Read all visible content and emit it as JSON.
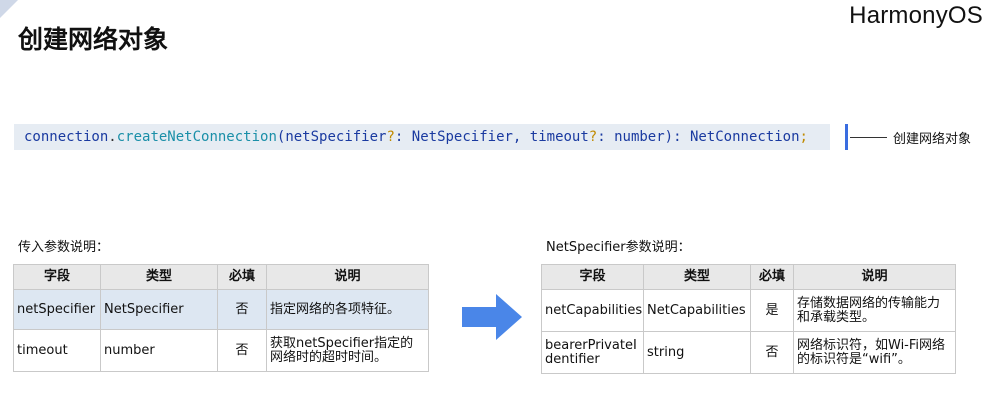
{
  "brand": "HarmonyOS",
  "page_title": "创建网络对象",
  "code": {
    "obj": "connection",
    "dot": ".",
    "fn": "createNetConnection",
    "open": "(",
    "p1": "netSpecifier",
    "q1": "?",
    "t1": ": NetSpecifier, ",
    "p2": "timeout",
    "q2": "?",
    "t2": ": number): NetConnection",
    "semi": ";"
  },
  "callout": "创建网络对象",
  "left_table": {
    "label": "传入参数说明：",
    "headers": [
      "字段",
      "类型",
      "必填",
      "说明"
    ],
    "rows": [
      [
        "netSpecifier",
        "NetSpecifier",
        "否",
        "指定网络的各项特征。"
      ],
      [
        "timeout",
        "number",
        "否",
        "获取netSpecifier指定的网络时的超时时间。"
      ]
    ]
  },
  "right_table": {
    "label": "NetSpecifier参数说明：",
    "headers": [
      "字段",
      "类型",
      "必填",
      "说明"
    ],
    "rows": [
      [
        "netCapabilities",
        "NetCapabilities",
        "是",
        "存储数据网络的传输能力和承载类型。"
      ],
      [
        "bearerPrivateIdentifier",
        "string",
        "否",
        "网络标识符，如Wi-Fi网络的标识符是“wifi”。"
      ]
    ]
  },
  "colors": {
    "accent": "#3a6de0",
    "arrow": "#4a86e8",
    "code_bg": "#e6ecf3",
    "highlight_row": "#dde7f2"
  },
  "icons": [
    "right-arrow-icon"
  ]
}
